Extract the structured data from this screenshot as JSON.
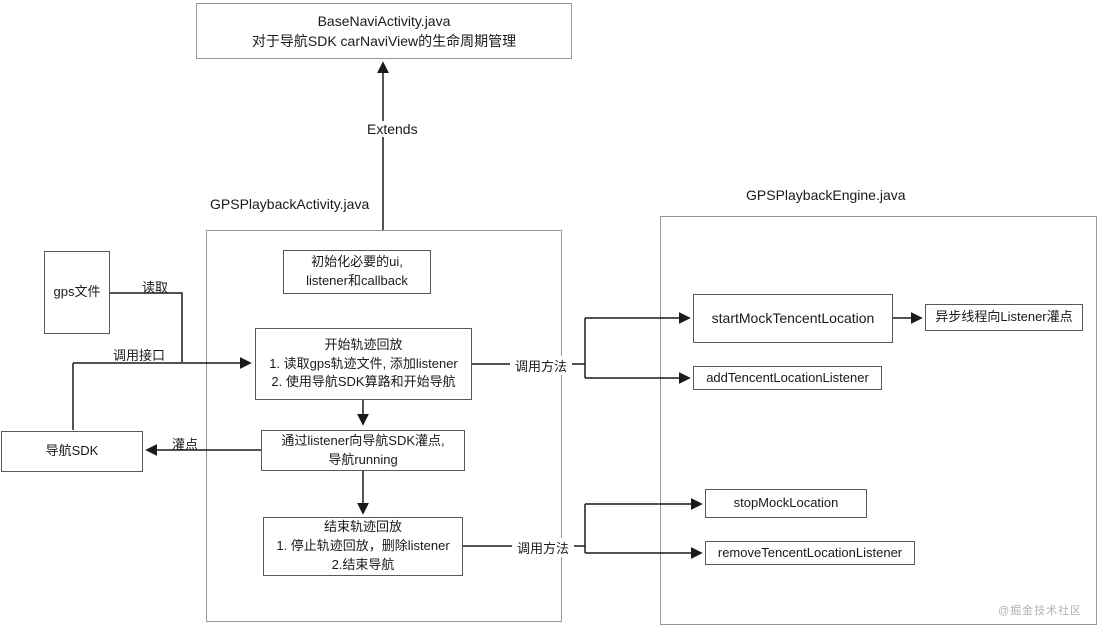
{
  "top_box": {
    "title": "BaseNaviActivity.java",
    "subtitle": "对于导航SDK carNaviView的生命周期管理"
  },
  "extends_label": "Extends",
  "activity": {
    "title": "GPSPlaybackActivity.java",
    "init_box": {
      "line1": "初始化必要的ui,",
      "line2": "listener和callback"
    },
    "start_box": {
      "line1": "开始轨迹回放",
      "line2": "1. 读取gps轨迹文件, 添加listener",
      "line3": "2. 使用导航SDK算路和开始导航"
    },
    "feed_box": {
      "line1": "通过listener向导航SDK灌点,",
      "line2": "导航running"
    },
    "end_box": {
      "line1": "结束轨迹回放",
      "line2": "1. 停止轨迹回放，删除listener",
      "line3": "2.结束导航"
    }
  },
  "engine": {
    "title": "GPSPlaybackEngine.java",
    "start_mock": "startMockTencentLocation",
    "async_feed": "异步线程向Listener灌点",
    "add_listener": "addTencentLocationListener",
    "stop_mock": "stopMockLocation",
    "remove_listener": "removeTencentLocationListener"
  },
  "external": {
    "gps_file": "gps文件",
    "nav_sdk": "导航SDK"
  },
  "edge_labels": {
    "read": "读取",
    "call_interface": "调用接口",
    "feed": "灌点",
    "call_method_top": "调用方法",
    "call_method_bottom": "调用方法"
  },
  "watermark": "@掘金技术社区",
  "colors": {
    "line": "#1a1a1a",
    "box_border": "#595959",
    "container_border": "#979797",
    "background": "#ffffff",
    "watermark": "#b2b2b2"
  }
}
